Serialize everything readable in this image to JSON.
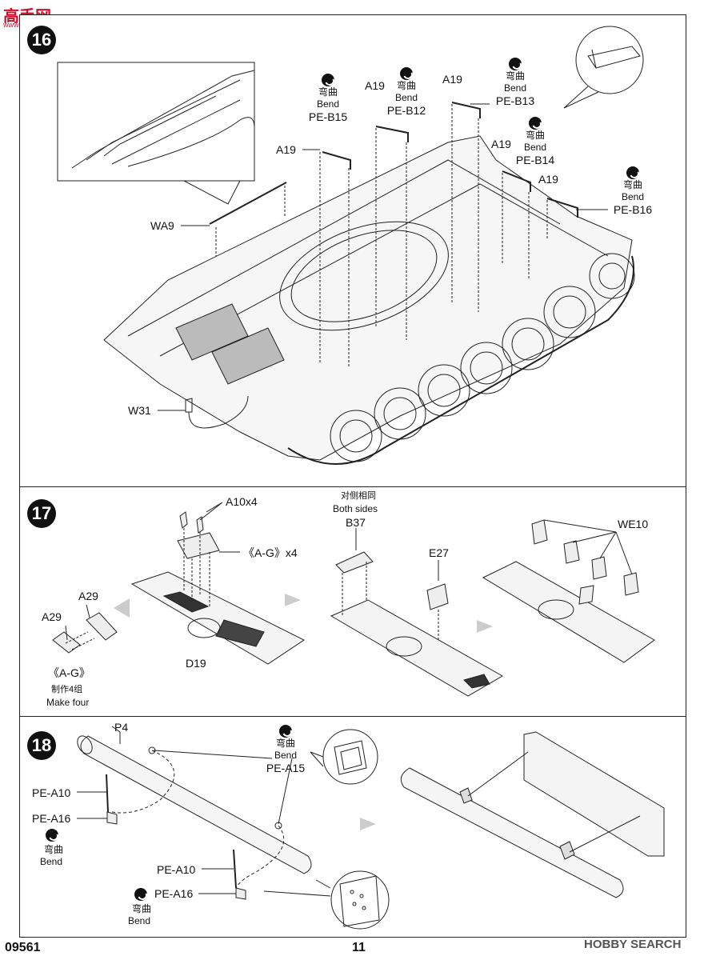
{
  "watermark_top": {
    "main": "高手网",
    "sub": "www.gaoshou.com"
  },
  "steps": {
    "s16": {
      "number": "16",
      "labels": {
        "wa9": "WA9",
        "w31": "W31",
        "a19_1": "A19",
        "a19_2": "A19",
        "a19_3": "A19",
        "a19_4": "A19",
        "a19_5": "A19"
      },
      "bends": [
        {
          "cn": "弯曲",
          "en": "Bend",
          "code": "PE-B15"
        },
        {
          "cn": "弯曲",
          "en": "Bend",
          "code": "PE-B12"
        },
        {
          "cn": "弯曲",
          "en": "Bend",
          "code": "PE-B13"
        },
        {
          "cn": "弯曲",
          "en": "Bend",
          "code": "PE-B14"
        },
        {
          "cn": "弯曲",
          "en": "Bend",
          "code": "PE-B16"
        }
      ]
    },
    "s17": {
      "number": "17",
      "labels": {
        "a10x4": "A10x4",
        "ag_x4": "《A-G》x4",
        "a29_1": "A29",
        "a29_2": "A29",
        "d19": "D19",
        "ag": "《A-G》",
        "make_cn": "制作4组",
        "make_en": "Make four",
        "both_cn": "对侧相同",
        "both_en": "Both sides",
        "b37": "B37",
        "e27": "E27",
        "we10": "WE10"
      }
    },
    "s18": {
      "number": "18",
      "labels": {
        "p4": "P4",
        "pe_a10_1": "PE-A10",
        "pe_a16_1": "PE-A16",
        "pe_a10_2": "PE-A10",
        "pe_a16_2": "PE-A16",
        "bend_cn_1": "弯曲",
        "bend_en_1": "Bend",
        "bend_cn_2": "弯曲",
        "bend_en_2": "Bend"
      },
      "bend_main": {
        "cn": "弯曲",
        "en": "Bend",
        "code": "PE-A15"
      }
    }
  },
  "footer": {
    "code": "09561",
    "page": "11",
    "watermark": "HOBBY SEARCH"
  }
}
